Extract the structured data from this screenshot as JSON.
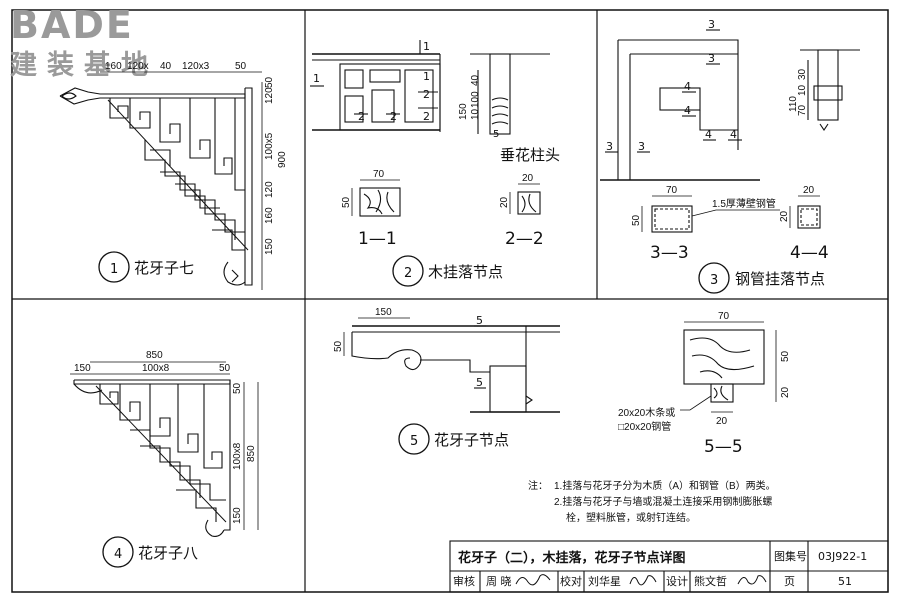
{
  "logo": {
    "latin": "BADE",
    "chinese": "建装基地"
  },
  "panels": {
    "p1": {
      "num": "1",
      "caption": "花牙子七",
      "dims": {
        "top": [
          "120x3",
          "50"
        ],
        "top_partial": [
          "160",
          "120x",
          "40"
        ],
        "right": [
          "120",
          "50",
          "100x5",
          "900",
          "120",
          "160",
          "150"
        ]
      }
    },
    "p2": {
      "num": "2",
      "caption": "木挂落节点",
      "sub": "垂花柱头",
      "marks": [
        "1",
        "1",
        "1",
        "2",
        "2",
        "2",
        "2",
        "5"
      ],
      "dims_head": [
        "40",
        "100",
        "10",
        "150"
      ],
      "sec_a": {
        "label": "1—1",
        "dim_w": "70",
        "dim_h": "50"
      },
      "sec_b": {
        "label": "2—2",
        "dim_w": "20",
        "dim_h": "20"
      }
    },
    "p3": {
      "num": "3",
      "caption": "钢管挂落节点",
      "marks": [
        "3",
        "3",
        "3",
        "3",
        "4",
        "4",
        "4",
        "4"
      ],
      "note": "1.5厚薄壁钢管",
      "dims_head": [
        "30",
        "10",
        "110",
        "70"
      ],
      "sec_a": {
        "label": "3—3",
        "dim_w": "70",
        "dim_h": "50"
      },
      "sec_b": {
        "label": "4—4",
        "dim_w": "20",
        "dim_h": "20"
      }
    },
    "p4": {
      "num": "4",
      "caption": "花牙子八",
      "dims": {
        "top": [
          "850",
          "150",
          "100x8",
          "50"
        ],
        "right": [
          "50",
          "100x8",
          "850",
          "150"
        ]
      }
    },
    "p5": {
      "num": "5",
      "caption": "花牙子节点",
      "dims": [
        "150",
        "50"
      ],
      "marks": [
        "5",
        "5"
      ],
      "sec": {
        "label": "5—5",
        "dim_w_top": "70",
        "dim_h1": "50",
        "dim_h2": "20",
        "dim_w_bot": "20",
        "note1": "20x20木条或",
        "note2": "□20x20钢管"
      }
    }
  },
  "notes": {
    "head": "注：",
    "line1": "1.挂落与花牙子分为木质（A）和钢管（B）两类。",
    "line2": "2.挂落与花牙子与墙或混凝土连接采用钢制膨胀螺",
    "line3": "栓，塑料胀管，或射钉连结。"
  },
  "titleblock": {
    "title": "花牙子（二），木挂落，花牙子节点详图",
    "atlas_label": "图集号",
    "atlas_no": "03J922-1",
    "review": "审核",
    "reviewer": "周 晓",
    "check": "校对",
    "checker": "刘华星",
    "design": "设计",
    "designer": "熊文哲",
    "page_label": "页",
    "page_no": "51"
  }
}
